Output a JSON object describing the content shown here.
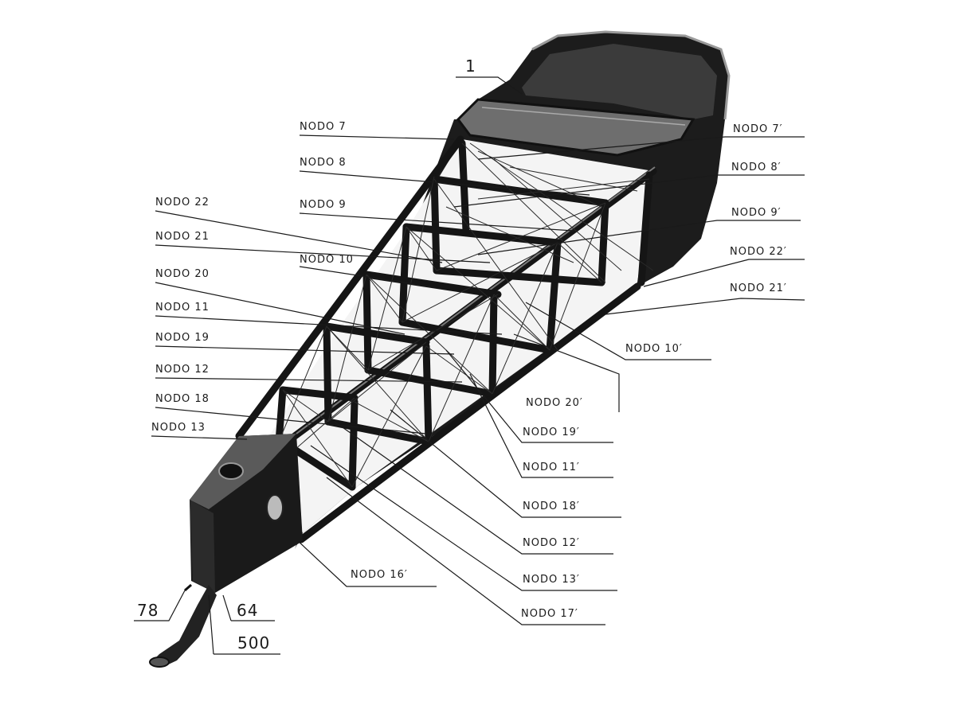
{
  "figure": {
    "description_labels": {
      "l1": "1",
      "nodo7": "NODO 7",
      "nodo8": "NODO 8",
      "nodo22": "NODO 22",
      "nodo9": "NODO 9",
      "nodo21": "NODO 21",
      "nodo10": "NODO 10",
      "nodo20": "NODO 20",
      "nodo11": "NODO 11",
      "nodo19": "NODO 19",
      "nodo12": "NODO 12",
      "nodo18": "NODO 18",
      "nodo13": "NODO 13",
      "nodo7p": "NODO 7′",
      "nodo8p": "NODO 8′",
      "nodo9p": "NODO 9′",
      "nodo22p": "NODO 22′",
      "nodo21p": "NODO 21′",
      "nodo10p": "NODO 10′",
      "nodo20p": "NODO 20′",
      "nodo19p": "NODO 19′",
      "nodo11p": "NODO 11′",
      "nodo18p": "NODO 18′",
      "nodo12p": "NODO 12′",
      "nodo13p": "NODO 13′",
      "nodo16p": "NODO 16′",
      "nodo17p": "NODO 17′",
      "l78": "78",
      "l64": "64",
      "l500": "500"
    }
  }
}
